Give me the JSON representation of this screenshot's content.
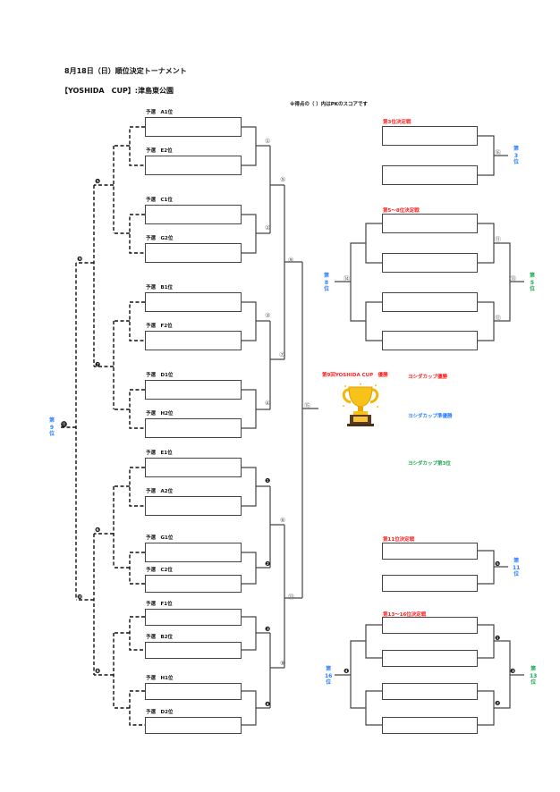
{
  "header": {
    "title": "8月18日（日）順位決定トーナメント",
    "venue": "【YOSHIDA　CUP】:津島東公園",
    "note": "※得点の（ ）内はPKのスコアです"
  },
  "seeds": [
    "予選　A1位",
    "予選　E2位",
    "予選　C1位",
    "予選　G2位",
    "予選　B1位",
    "予選　F2位",
    "予選　D1位",
    "予選　H2位",
    "予選　E1位",
    "予選　A2位",
    "予選　G1位",
    "予選　C2位",
    "予選　F1位",
    "予選　B2位",
    "予選　H1位",
    "予選　D2位"
  ],
  "main_match_numbers": {
    "r1": [
      "①",
      "②",
      "③",
      "④",
      "❶",
      "❷",
      "❸",
      "❹"
    ],
    "r2": [
      "⑤",
      "⑦",
      "⑥",
      "⑧"
    ],
    "r3": [
      "⑨",
      "⑬"
    ],
    "final": "⑮"
  },
  "consolation_match_numbers": {
    "r1": [
      "❺",
      "❼",
      "❻",
      "❽"
    ],
    "r2": [
      "❾",
      "❿"
    ],
    "final": "⓫"
  },
  "placement": {
    "ninth_label": "第\n9\n位",
    "third": {
      "title": "第3位決定戦",
      "match": "⑯",
      "rank": "第\n3\n位"
    },
    "fifth_to_eighth": {
      "title": "第5～8位決定戦",
      "semis": [
        "⑪",
        "⑫"
      ],
      "final": "⑬",
      "losers_final": "⑭",
      "winner_rank": "第\n5\n位",
      "loser_rank": "第\n8\n位"
    },
    "eleventh": {
      "title": "第11位決定戦",
      "match": "❺",
      "rank": "第\n11\n位"
    },
    "thirteenth_to_sixteenth": {
      "title": "第13～16位決定戦",
      "semis": [
        "❶",
        "❷"
      ],
      "final": "❸",
      "losers_final": "❹",
      "winner_rank": "第\n13\n位",
      "loser_rank": "第\n16\n位"
    }
  },
  "trophy": {
    "title": "第9回YOSHIDA CUP　優勝",
    "icon": "trophy-icon"
  },
  "results": {
    "champion": "ヨシダカップ優勝",
    "runner_up": "ヨシダカップ準優勝",
    "third": "ヨシダカップ第3位"
  },
  "colors": {
    "red": "#ff2020",
    "blue": "#2a7fff",
    "green": "#1aa84f"
  }
}
